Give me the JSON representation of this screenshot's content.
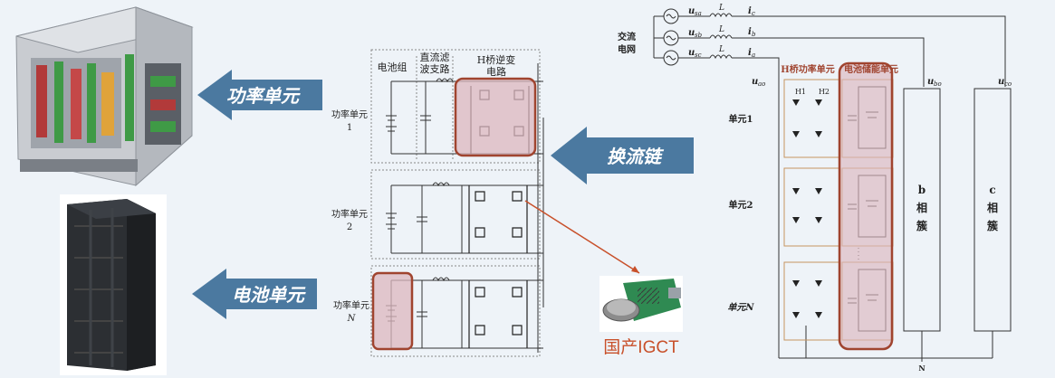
{
  "arrows": {
    "power_unit": "功率单元",
    "battery_unit": "电池单元",
    "commutation_chain": "换流链"
  },
  "circuit": {
    "header_battery": "电池组",
    "header_dc_filter_1": "直流滤",
    "header_dc_filter_2": "波支路",
    "header_hbridge_1": "H桥逆变",
    "header_hbridge_2": "电路",
    "unit1_a": "功率单元",
    "unit1_b": "1",
    "unit2_a": "功率单元",
    "unit2_b": "2",
    "unitN_a": "功率单元",
    "unitN_b": "N"
  },
  "igct_label": "国产IGCT",
  "system": {
    "grid_1": "交流",
    "grid_2": "电网",
    "u_a": "u",
    "u_a_sub": "sa",
    "u_b": "u",
    "u_b_sub": "sb",
    "u_c": "u",
    "u_c_sub": "sc",
    "L1": "L",
    "L2": "L",
    "L3": "L",
    "i_a": "i",
    "i_a_sub": "a",
    "i_b": "i",
    "i_b_sub": "b",
    "i_c": "i",
    "i_c_sub": "c",
    "hbridge_unit_label": "H桥功率单元",
    "battery_storage_label": "电池储能单元",
    "uao": "u",
    "uao_sub": "ao",
    "ubo": "u",
    "ubo_sub": "bo",
    "uco": "u",
    "uco_sub": "co",
    "H1": "H1",
    "H2": "H2",
    "unit_1": "单元1",
    "unit_2": "单元2",
    "unit_N": "单元N",
    "b_cluster_1": "b",
    "b_cluster_2": "相",
    "b_cluster_3": "簇",
    "c_cluster_1": "c",
    "c_cluster_2": "相",
    "c_cluster_3": "簇",
    "neutral": "N"
  },
  "colors": {
    "arrow_blue": "#3d6f98",
    "highlight_fill": "#dcb7bf",
    "highlight_stroke": "#a0442f",
    "unit_border": "#c79560",
    "igct_text": "#c8502a"
  }
}
